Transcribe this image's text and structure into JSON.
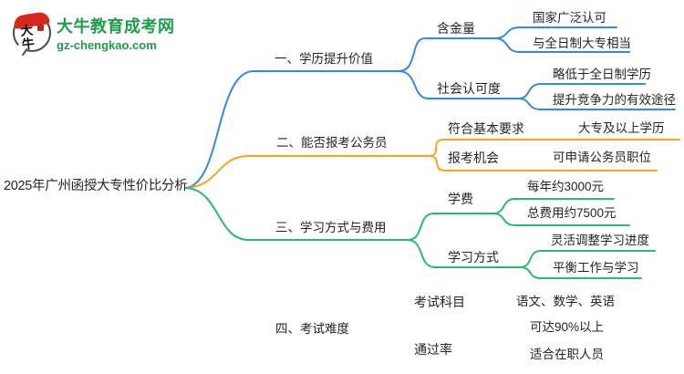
{
  "logo": {
    "badge_text": "大牛",
    "site_name": "大牛教育成考网",
    "site_url": "gz-chengkao.com",
    "brand_green": "#1f9c4d",
    "badge_red": "#d5281e"
  },
  "palette": {
    "branch1_blue": "#3a87e0",
    "branch2_orange": "#f6a41f",
    "branch3_green": "#2eb86f",
    "bran4_pink": "#ee2279",
    "text": "#252525"
  },
  "root": {
    "label": "2025年广州函授大专性价比分析"
  },
  "branches": [
    {
      "label": "一、学历提升价值",
      "color": "#3a87e0",
      "children": [
        {
          "label": "含金量",
          "children": [
            {
              "label": "国家广泛认可"
            },
            {
              "label": "与全日制大专相当"
            }
          ]
        },
        {
          "label": "社会认可度",
          "children": [
            {
              "label": "略低于全日制学历"
            },
            {
              "label": "提升竞争力的有效途径"
            }
          ]
        }
      ]
    },
    {
      "label": "二、能否报考公务员",
      "color": "#f6a41f",
      "children": [
        {
          "label": "符合基本要求",
          "children": [
            {
              "label": "大专及以上学历"
            }
          ]
        },
        {
          "label": "报考机会",
          "children": [
            {
              "label": "可申请公务员职位"
            }
          ]
        }
      ]
    },
    {
      "label": "三、学习方式与费用",
      "color": "#2eb86f",
      "children": [
        {
          "label": "学费",
          "children": [
            {
              "label": "每年约3000元"
            },
            {
              "label": "总费用约7500元"
            }
          ]
        },
        {
          "label": "学习方式",
          "children": [
            {
              "label": "灵活调整学习进度"
            },
            {
              "label": "平衡工作与学习"
            }
          ]
        }
      ]
    },
    {
      "label": "四、考试难度",
      "color": "#ee2279",
      "children": [
        {
          "label": "考试科目",
          "children": [
            {
              "label": "语文、数学、英语"
            }
          ]
        },
        {
          "label": "通过率",
          "children": [
            {
              "label": "可达90%以上"
            },
            {
              "label": "适合在职人员"
            }
          ]
        }
      ]
    }
  ]
}
